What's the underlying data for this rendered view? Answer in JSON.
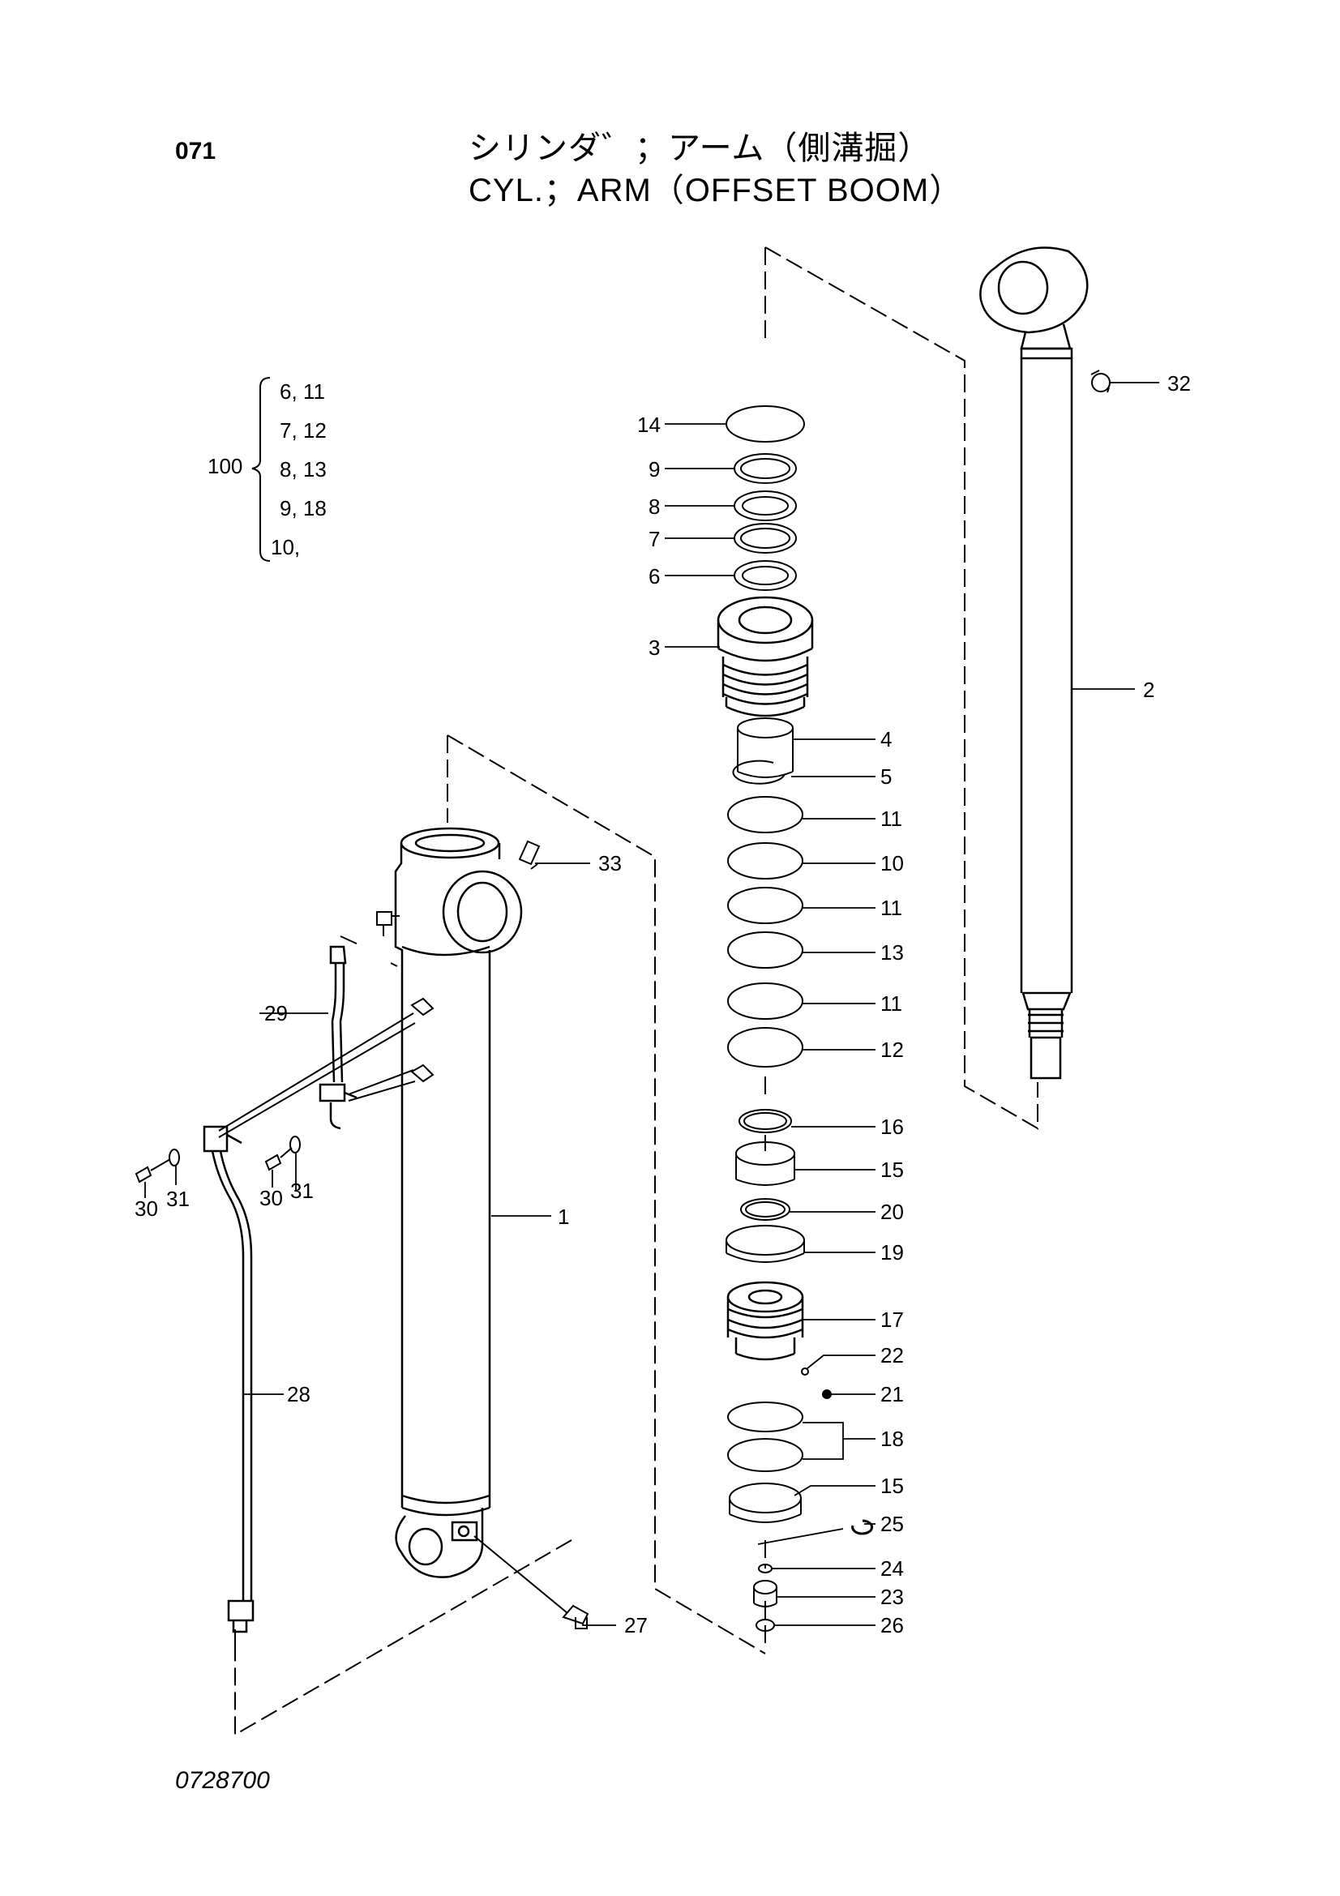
{
  "header": {
    "page_number": "071",
    "title_jp": "シリンダ゛；アーム（側溝掘）",
    "title_en": "CYL.；ARM（OFFSET BOOM）"
  },
  "kit": {
    "label": "100",
    "entries": [
      "6, 11",
      "7, 12",
      "8, 13",
      "9, 18",
      "10,"
    ]
  },
  "callouts": {
    "c1": "1",
    "c2": "2",
    "c3": "3",
    "c4": "4",
    "c5": "5",
    "c6": "6",
    "c7": "7",
    "c8": "8",
    "c9": "9",
    "c10": "10",
    "c11a": "11",
    "c11b": "11",
    "c11c": "11",
    "c12": "12",
    "c13": "13",
    "c14": "14",
    "c15a": "15",
    "c15b": "15",
    "c16": "16",
    "c17": "17",
    "c18": "18",
    "c19": "19",
    "c20": "20",
    "c21": "21",
    "c22": "22",
    "c23": "23",
    "c24": "24",
    "c25": "25",
    "c26": "26",
    "c27": "27",
    "c28": "28",
    "c29": "29",
    "c30a": "30",
    "c30b": "30",
    "c31a": "31",
    "c31b": "31",
    "c32": "32",
    "c33": "33"
  },
  "footer": {
    "drawing_code": "0728700"
  }
}
